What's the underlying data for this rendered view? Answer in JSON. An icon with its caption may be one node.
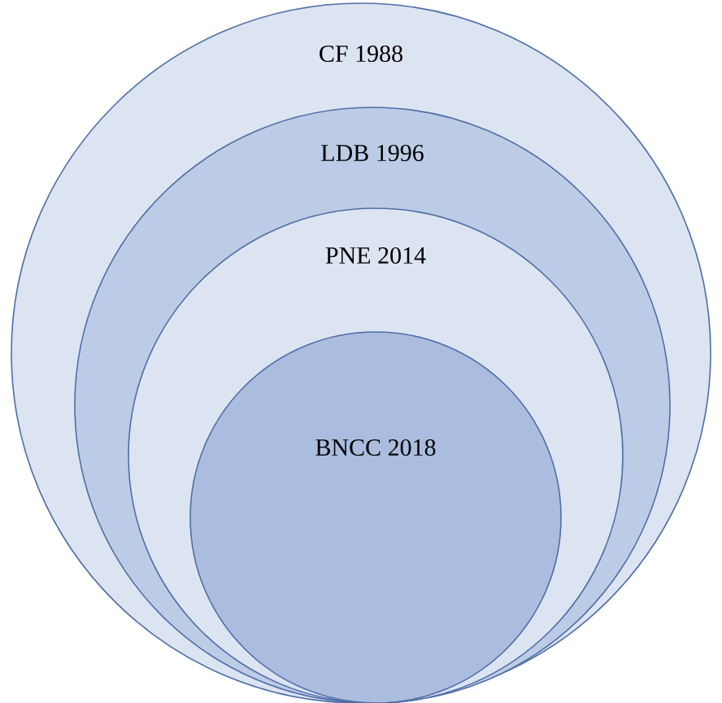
{
  "diagram": {
    "nodes": [
      {
        "text": [
          "CF 1988"
        ]
      },
      {
        "text": [
          "LDB 1996"
        ],
        "in": 0
      },
      {
        "text": [
          "PNE 2014"
        ],
        "in": 1
      },
      {
        "text": [
          "BNCC 2018"
        ],
        "in": 2
      }
    ]
  }
}
